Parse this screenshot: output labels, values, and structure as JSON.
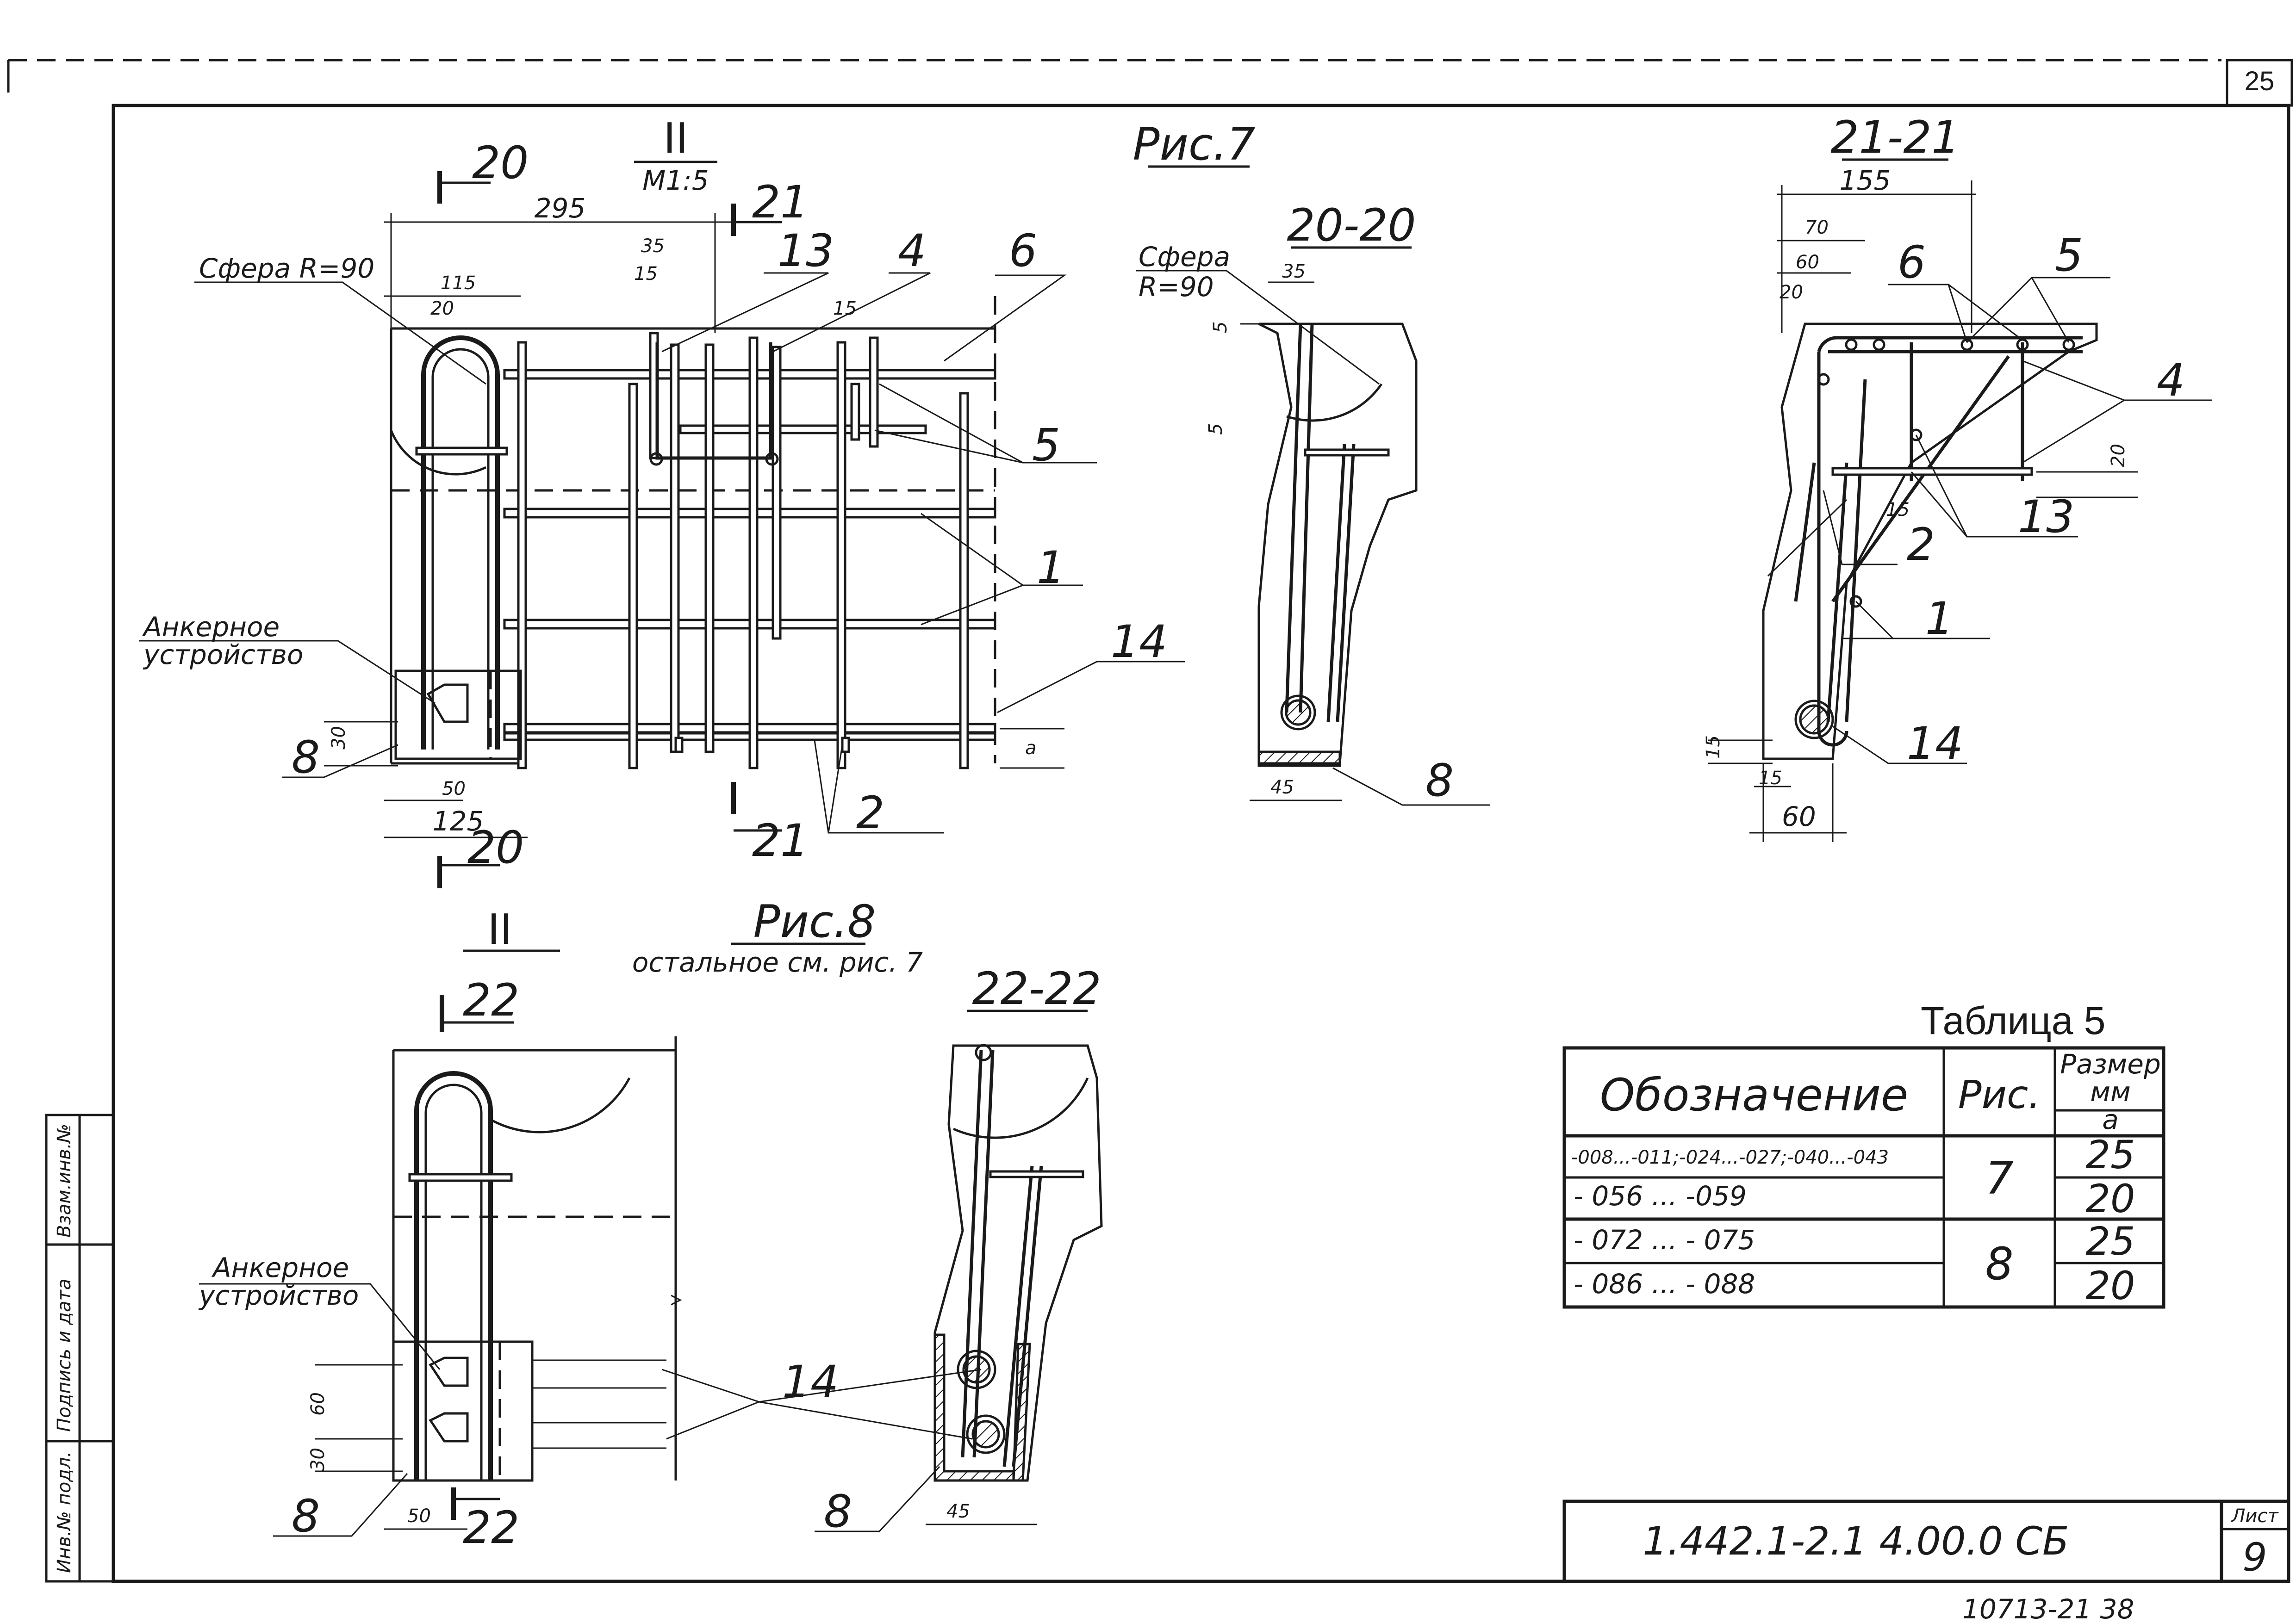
{
  "sheet": {
    "page_number": "25",
    "drawing_code": "1.442.1-2.1 4.00.0 СБ",
    "sheet_label": "Лист",
    "sheet_number": "9",
    "bottom_code": "10713-21 38",
    "side_stamp": [
      "Инв.№ подл.",
      "Подпись и дата",
      "Взам.инв.№"
    ]
  },
  "fig7": {
    "title": "Рис.7",
    "view_mark": "II",
    "view_scale": "М1:5",
    "sphere_label": "Сфера R=90",
    "anchor_label": [
      "Анкерное",
      "устройство"
    ],
    "section_marks": {
      "s20": "20",
      "s21": "21"
    },
    "dims": {
      "d295": "295",
      "d115": "115",
      "d20": "20",
      "d35": "35",
      "d15": "15",
      "d15b": "15",
      "d30": "30",
      "d50": "50",
      "d125": "125",
      "da": "a"
    },
    "leaders": {
      "p13": "13",
      "p4": "4",
      "p6": "6",
      "p5": "5",
      "p1": "1",
      "p14": "14",
      "p8": "8",
      "p2": "2"
    }
  },
  "sec2020": {
    "title": "20-20",
    "sphere_label": [
      "Сфера",
      "R=90"
    ],
    "dims": {
      "d35": "35",
      "d5a": "5",
      "d5b": "5",
      "d45": "45"
    },
    "leaders": {
      "p8": "8"
    }
  },
  "sec2121": {
    "title": "21-21",
    "dims": {
      "d155": "155",
      "d70": "70",
      "d60": "60",
      "d20": "20",
      "d20b": "20",
      "d15": "15",
      "d15b": "15",
      "d15c": "15",
      "d60b": "60"
    },
    "leaders": {
      "p6": "6",
      "p5": "5",
      "p4": "4",
      "p13": "13",
      "p2": "2",
      "p1": "1",
      "p14": "14"
    }
  },
  "fig8": {
    "title": "Рис.8",
    "subtitle": "остальное см. рис. 7",
    "view_mark": "II",
    "anchor_label": [
      "Анкерное",
      "устройство"
    ],
    "section_mark": "22",
    "dims": {
      "d60": "60",
      "d30": "30",
      "d50": "50"
    },
    "leaders": {
      "p14": "14",
      "p8": "8"
    }
  },
  "sec2222": {
    "title": "22-22",
    "dims": {
      "d45": "45"
    },
    "leaders": {
      "p8": "8"
    }
  },
  "table5": {
    "caption": "Таблица 5",
    "headers": {
      "designation": "Обозначение",
      "fig": "Рис.",
      "size_title": "Размер",
      "size_unit": "мм",
      "size_var": "a"
    },
    "rows": [
      {
        "designation": "-008...-011;-024...-027;-040...-043",
        "value": "25"
      },
      {
        "designation": "- 056 ... -059",
        "value": "20"
      },
      {
        "designation": "- 072 ... - 075",
        "value": "25"
      },
      {
        "designation": "- 086 ... - 088",
        "value": "20"
      }
    ],
    "fig_groups": [
      "7",
      "8"
    ]
  }
}
